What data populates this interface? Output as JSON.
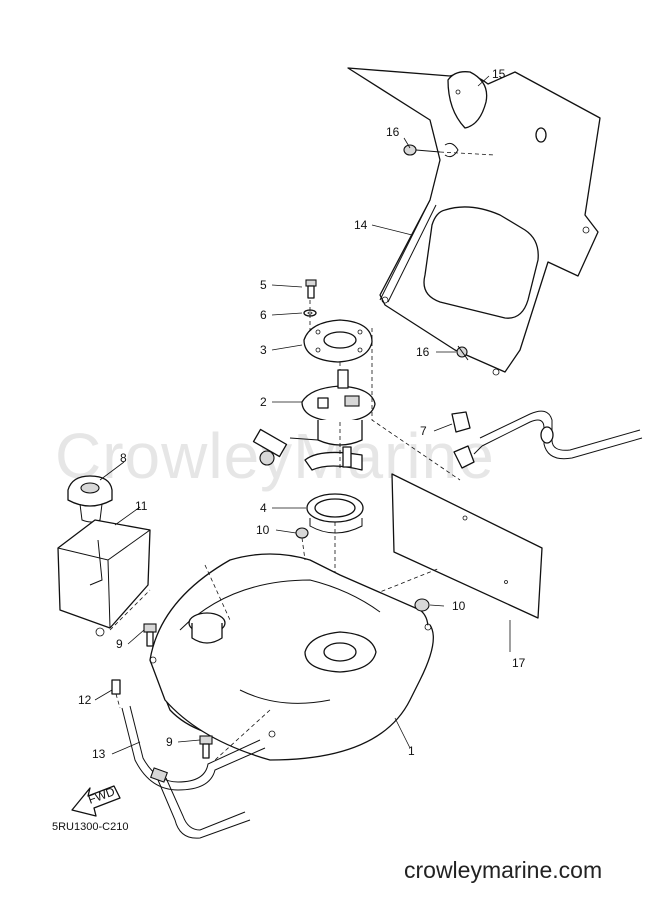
{
  "watermark": "CrowleyMarine",
  "diagram_code": "5RU1300-C210",
  "footer_url": "crowleymarine.com",
  "fwd_label": "FWD",
  "callouts": {
    "c1": "1",
    "c2": "2",
    "c3": "3",
    "c4": "4",
    "c5": "5",
    "c6": "6",
    "c7": "7",
    "c8": "8",
    "c9a": "9",
    "c9b": "9",
    "c10a": "10",
    "c10b": "10",
    "c11": "11",
    "c12": "12",
    "c13": "13",
    "c14": "14",
    "c15": "15",
    "c16a": "16",
    "c16b": "16",
    "c17": "17"
  }
}
